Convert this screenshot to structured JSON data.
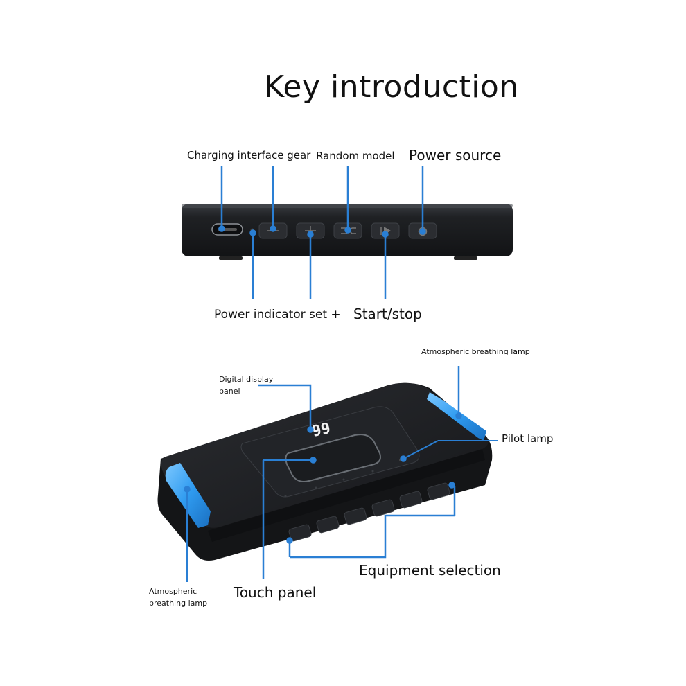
{
  "title": "Key introduction",
  "top_view": {
    "labels": {
      "charging": "Charging interface gear",
      "random": "Random model",
      "power_source": "Power source",
      "power_indicator": "Power indicator set +",
      "start_stop": "Start/stop"
    }
  },
  "bottom_view": {
    "labels": {
      "digital_display_line1": "Digital display",
      "digital_display_line2": "panel",
      "atmospheric_right": "Atmospheric breathing lamp",
      "pilot_lamp": "Pilot lamp",
      "equipment_selection": "Equipment selection",
      "touch_panel": "Touch panel",
      "atmospheric_left_line1": "Atmospheric",
      "atmospheric_left_line2": "breathing lamp"
    },
    "display_value": "99"
  },
  "colors": {
    "accent": "#2a7fd4",
    "device": "#1b1d20",
    "lamp": "#2f9bf0"
  }
}
